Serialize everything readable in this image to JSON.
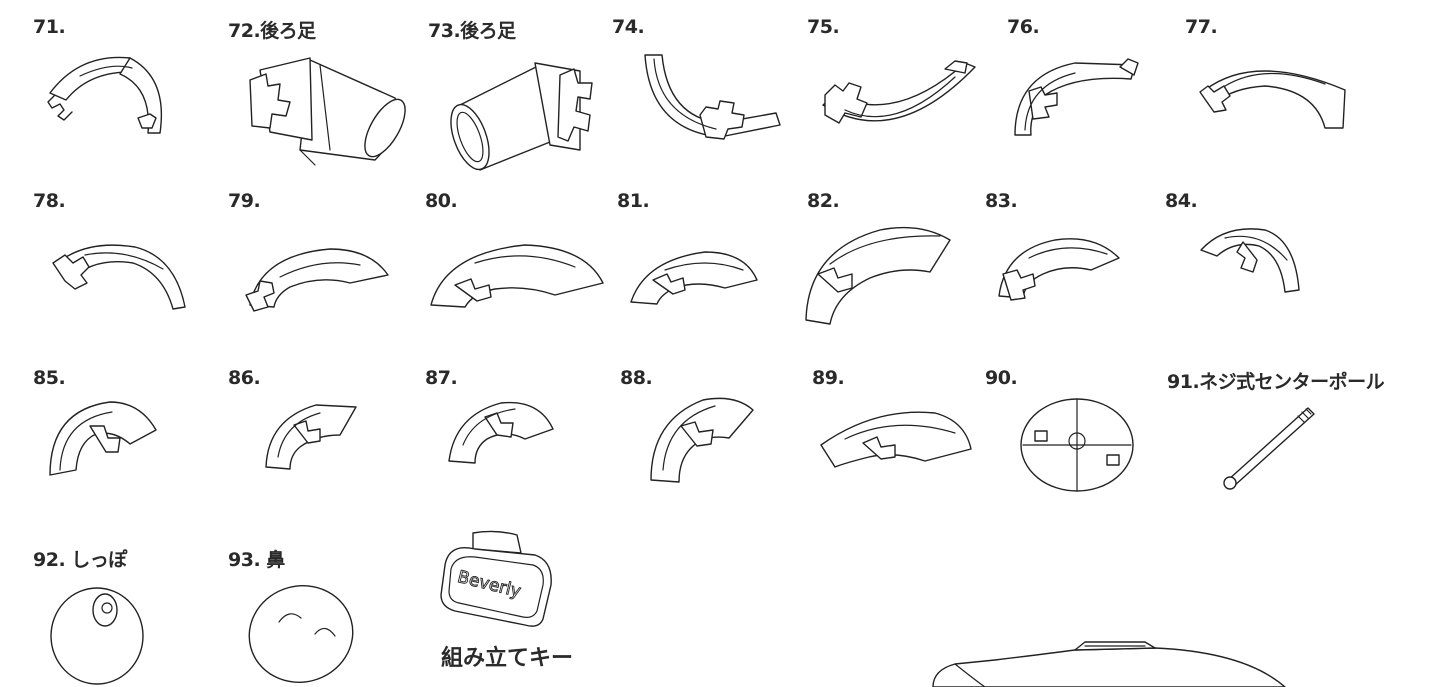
{
  "labels": {
    "p71": "71.",
    "p72": "72.後ろ足",
    "p73": "73.後ろ足",
    "p74": "74.",
    "p75": "75.",
    "p76": "76.",
    "p77": "77.",
    "p78": "78.",
    "p79": "79.",
    "p80": "80.",
    "p81": "81.",
    "p82": "82.",
    "p83": "83.",
    "p84": "84.",
    "p85": "85.",
    "p86": "86.",
    "p87": "87.",
    "p88": "88.",
    "p89": "89.",
    "p90": "90.",
    "p91": "91.ネジ式センターポール",
    "p92": "92. しっぽ",
    "p93": "93. 鼻"
  },
  "key": {
    "tag_text": "Beverly",
    "caption": "組み立てキー"
  }
}
